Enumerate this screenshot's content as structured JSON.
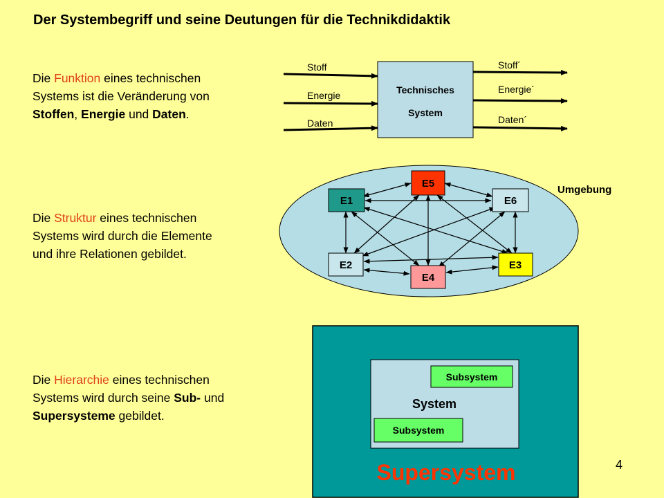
{
  "title": "Der Systembegriff und seine Deutungen für die Technikdidaktik",
  "section1": {
    "line1_pre": "Die ",
    "line1_hl": "Funktion",
    "line1_post": " eines technischen",
    "line2": "Systems ist die Veränderung von",
    "line3_b1": "Stoffen",
    "line3_sep1": ", ",
    "line3_b2": "Energie",
    "line3_sep2": " und ",
    "line3_b3": "Daten",
    "line3_end": "."
  },
  "section2": {
    "line1_pre": "Die ",
    "line1_hl": "Struktur",
    "line1_post": " eines technischen",
    "line2": "Systems wird durch die Elemente",
    "line3": "und ihre Relationen gebildet."
  },
  "section3": {
    "line1_pre": "Die ",
    "line1_hl": "Hierarchie",
    "line1_post": " eines technischen",
    "line2_pre": "Systems wird durch seine ",
    "line2_b": "Sub-",
    "line2_post": " und",
    "line3_b": "Supersysteme",
    "line3_post": " gebildet."
  },
  "function_diagram": {
    "box_line1": "Technisches",
    "box_line2": "System",
    "inputs": [
      "Stoff",
      "Energie",
      "Daten"
    ],
    "outputs": [
      "Stoff´",
      "Energie´",
      "Daten´"
    ]
  },
  "structure_diagram": {
    "environment_label": "Umgebung",
    "elements": {
      "E1": "E1",
      "E2": "E2",
      "E3": "E3",
      "E4": "E4",
      "E5": "E5",
      "E6": "E6"
    }
  },
  "hierarchy_diagram": {
    "supersystem_label": "Supersystem",
    "system_label": "System",
    "subsystem_top": "Subsystem",
    "subsystem_bottom": "Subsystem"
  },
  "page_number": "4",
  "colors": {
    "background": "#ffff99",
    "highlight": "#e0401a",
    "system_box": "#bcdde6",
    "environment": "#b5dde5",
    "E1": "#1f9a8a",
    "E2": "#c8e6ec",
    "E3": "#ffff00",
    "E4": "#ff9999",
    "E5": "#ff3300",
    "E6": "#c8e6ec",
    "supersystem": "#009999",
    "subsystem": "#66ff66",
    "supersystem_text": "#ff3300"
  }
}
